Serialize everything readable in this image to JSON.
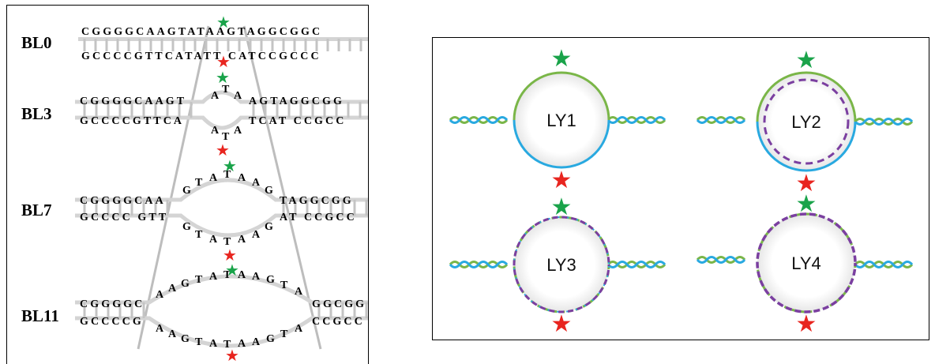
{
  "left_panel": {
    "constructs": [
      {
        "label": "BL0",
        "top": "CGGGGCAAGTATAAGTAGGCGGC",
        "bottom": "GCCCCGTTCATATT CATCCGCCC"
      },
      {
        "label": "BL3",
        "top_left": "CGGGGCAAGT",
        "top_loop": [
          "A",
          "T",
          "A"
        ],
        "top_right": "AGTAGGCGG",
        "bottom_left": "GCCCCGTTCA",
        "bottom_loop": [
          "A",
          "T",
          "A"
        ],
        "bottom_right": "TCAT CCGCC"
      },
      {
        "label": "BL7",
        "top_left": "CGGGGCAA",
        "top_loop": [
          "G",
          "T",
          "A",
          "T",
          "A",
          "A",
          "G"
        ],
        "top_right": "TAGGCGG",
        "bottom_left": "GCCCC GTT",
        "bottom_loop": [
          "G",
          "T",
          "A",
          "T",
          "A",
          "A",
          "G"
        ],
        "bottom_right": "AT CCGCC"
      },
      {
        "label": "BL11",
        "top_left": "CGGGGC",
        "top_loop": [
          "A",
          "A",
          "G",
          "T",
          "A",
          "T",
          "A",
          "A",
          "G",
          "T",
          "A"
        ],
        "top_right": "GGCGG",
        "bottom_left": "GCCCCG",
        "bottom_loop": [
          "A",
          "A",
          "G",
          "T",
          "A",
          "T",
          "A",
          "A",
          "G",
          "T",
          "A"
        ],
        "bottom_right": "CCGCC"
      }
    ]
  },
  "right_panel": {
    "loops": [
      {
        "label": "LY1"
      },
      {
        "label": "LY2"
      },
      {
        "label": "LY3"
      },
      {
        "label": "LY4"
      }
    ]
  },
  "colors": {
    "green_star": "#1aa34a",
    "red_star": "#e8251f",
    "top_strand": "#7ab648",
    "bottom_strand": "#29a9e0",
    "probe": "#7b3fa0",
    "backbone": "#cfcfcf"
  }
}
